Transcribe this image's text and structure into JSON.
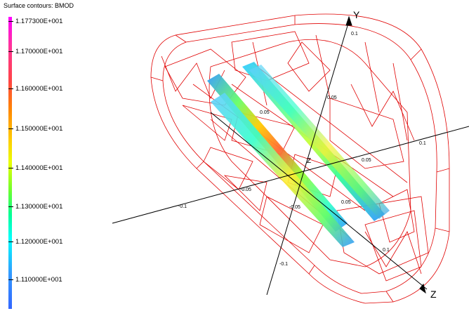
{
  "legend": {
    "title": "Surface contours: BMOD",
    "labels": [
      "1.177300E+001",
      "1.170000E+001",
      "1.160000E+001",
      "1.150000E+001",
      "1.140000E+001",
      "1.130000E+001",
      "1.120000E+001",
      "1.110000E+001"
    ],
    "colors": [
      "#ff00ff",
      "#ff4444",
      "#ffcc00",
      "#66ff33",
      "#00ffff",
      "#3366ff"
    ]
  },
  "axes": {
    "y_label": "Y",
    "z_label": "Z",
    "y_ticks": [
      "0.1",
      "0.05",
      "-0.05",
      "-0.1"
    ],
    "x_ticks": [
      "0.1",
      "0.05",
      "-0.05",
      "-0.1"
    ],
    "z_ticks": [
      "0.1",
      "0.05"
    ],
    "origin_label": "Z"
  },
  "wireframe_color": "#e00000"
}
